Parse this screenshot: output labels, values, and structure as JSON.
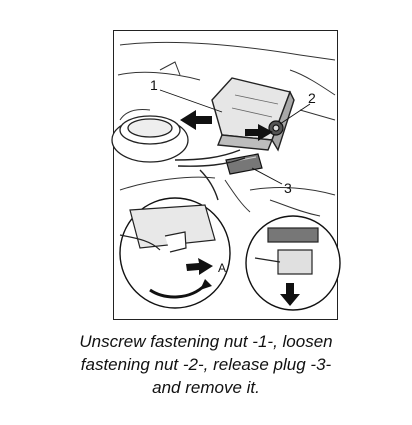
{
  "callouts": {
    "one": "1",
    "two": "2",
    "three": "3",
    "detail": "A"
  },
  "caption": {
    "line1": "Unscrew fastening nut -1-, loosen",
    "line2": "fastening nut -2-, release plug -3-",
    "line3": "and remove it."
  }
}
